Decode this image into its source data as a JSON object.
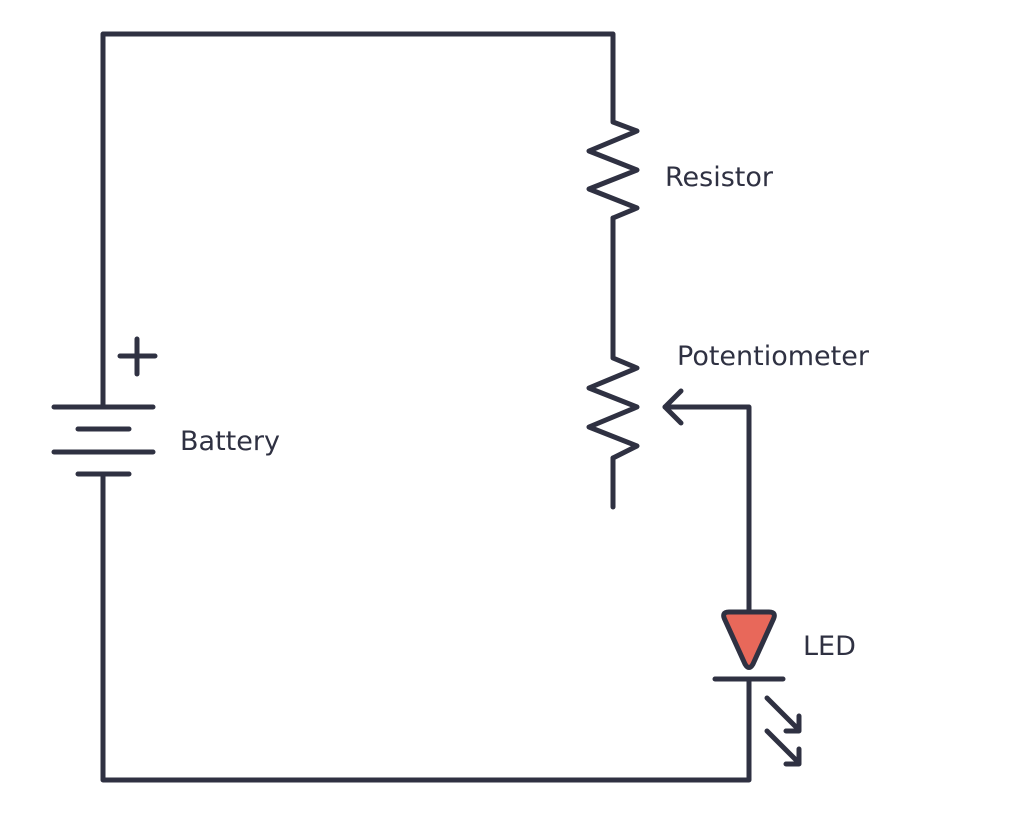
{
  "diagram": {
    "type": "circuit-schematic",
    "colors": {
      "line": "#2f3142",
      "led_fill": "#e8685a",
      "background": "#ffffff"
    },
    "components": [
      {
        "id": "battery",
        "label": "Battery",
        "symbol": "battery-icon",
        "polarity_mark": "+"
      },
      {
        "id": "resistor",
        "label": "Resistor",
        "symbol": "resistor-icon"
      },
      {
        "id": "potentiometer",
        "label": "Potentiometer",
        "symbol": "potentiometer-icon"
      },
      {
        "id": "led",
        "label": "LED",
        "symbol": "led-icon"
      }
    ],
    "connections": [
      [
        "battery+",
        "resistor"
      ],
      [
        "resistor",
        "potentiometer"
      ],
      [
        "potentiometer-wiper",
        "led-anode"
      ],
      [
        "led-cathode",
        "battery-"
      ]
    ]
  }
}
